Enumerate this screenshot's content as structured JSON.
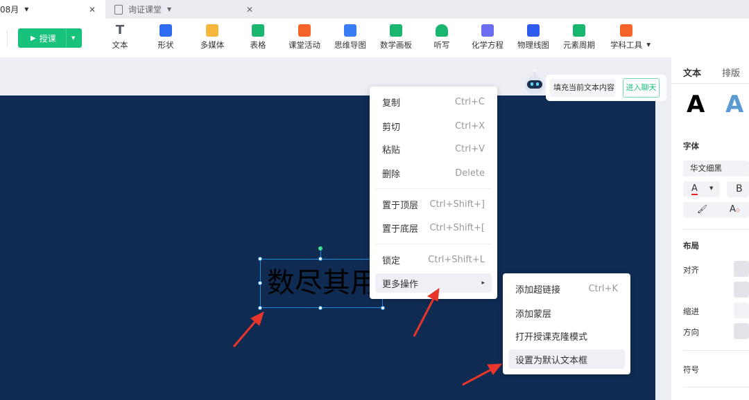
{
  "tabs": [
    {
      "label": "08月",
      "active": true
    },
    {
      "label": "询证课堂",
      "active": false
    }
  ],
  "toolbar": {
    "start_label": "授课",
    "items": [
      {
        "label": "文本",
        "icon": "text-icon",
        "color": "#555a66"
      },
      {
        "label": "形状",
        "icon": "shape-icon",
        "color": "#2f6bf0"
      },
      {
        "label": "多媒体",
        "icon": "image-icon",
        "color": "#f5b83d"
      },
      {
        "label": "表格",
        "icon": "table-icon",
        "color": "#18b66f"
      },
      {
        "label": "课堂活动",
        "icon": "activity-icon",
        "color": "#f4642a"
      },
      {
        "label": "思维导图",
        "icon": "mindmap-icon",
        "color": "#3a7cf3"
      },
      {
        "label": "数学画板",
        "icon": "math-board-icon",
        "color": "#18b66f"
      },
      {
        "label": "听写",
        "icon": "headphones-icon",
        "color": "#18b66f"
      },
      {
        "label": "化学方程",
        "icon": "chemistry-icon",
        "color": "#6b6ef0"
      },
      {
        "label": "物理线图",
        "icon": "physics-icon",
        "color": "#2f5bf0"
      },
      {
        "label": "元素周期",
        "icon": "periodic-table-icon",
        "color": "#18b66f"
      },
      {
        "label": "学科工具",
        "icon": "subject-tools-icon",
        "color": "#f4642a"
      }
    ]
  },
  "assistant": {
    "prompt": "填充当前文本内容",
    "button": "进入聊天"
  },
  "slide": {
    "text": "数尽其用",
    "background": "#0f2b52"
  },
  "context_menu": {
    "items": [
      {
        "label": "复制",
        "shortcut": "Ctrl+C"
      },
      {
        "label": "剪切",
        "shortcut": "Ctrl+X"
      },
      {
        "label": "粘贴",
        "shortcut": "Ctrl+V"
      },
      {
        "label": "删除",
        "shortcut": "Delete"
      },
      {
        "label": "置于顶层",
        "shortcut": "Ctrl+Shift+]"
      },
      {
        "label": "置于底层",
        "shortcut": "Ctrl+Shift+["
      },
      {
        "label": "锁定",
        "shortcut": "Ctrl+Shift+L"
      },
      {
        "label": "更多操作",
        "shortcut": "▸"
      }
    ],
    "submenu": [
      {
        "label": "添加超链接",
        "shortcut": "Ctrl+K"
      },
      {
        "label": "添加蒙层",
        "shortcut": ""
      },
      {
        "label": "打开授课克隆模式",
        "shortcut": ""
      },
      {
        "label": "设置为默认文本框",
        "shortcut": ""
      }
    ]
  },
  "panel": {
    "tabs": [
      "文本",
      "排版"
    ],
    "font_section": "字体",
    "font_value": "华文细黑",
    "color_letter": "A",
    "bold": "B",
    "layout_section": "布局",
    "align": "对齐",
    "indent": "缩进",
    "direction": "方向",
    "symbol": "符号",
    "style_sample": "A"
  },
  "accent": "#18c27a"
}
